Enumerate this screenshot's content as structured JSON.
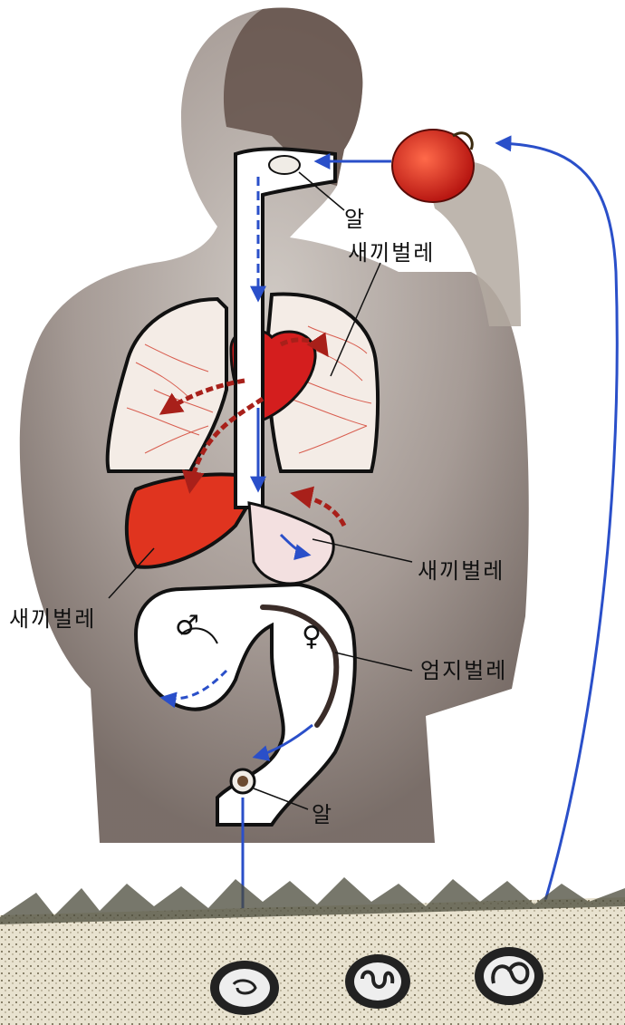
{
  "labels": {
    "egg_mouth": "알",
    "larva_lung": "새끼벌레",
    "larva_stomach": "새끼벌레",
    "larva_liver": "새끼벌레",
    "adult_worm": "엄지벌레",
    "egg_intestine": "알"
  },
  "symbols": {
    "male": "♂",
    "female": "♀"
  },
  "colors": {
    "body_shadow": "#6b5a52",
    "organ_outline": "#111111",
    "lung_fill": "#f4ece6",
    "lung_vessels": "#d23a2a",
    "heart": "#d41e1e",
    "liver": "#e0341f",
    "apple": "#d92a1c",
    "path_arrow": "#2a4fc9",
    "migration_arrow": "#a8201a",
    "soil": "#e8e2cf"
  }
}
